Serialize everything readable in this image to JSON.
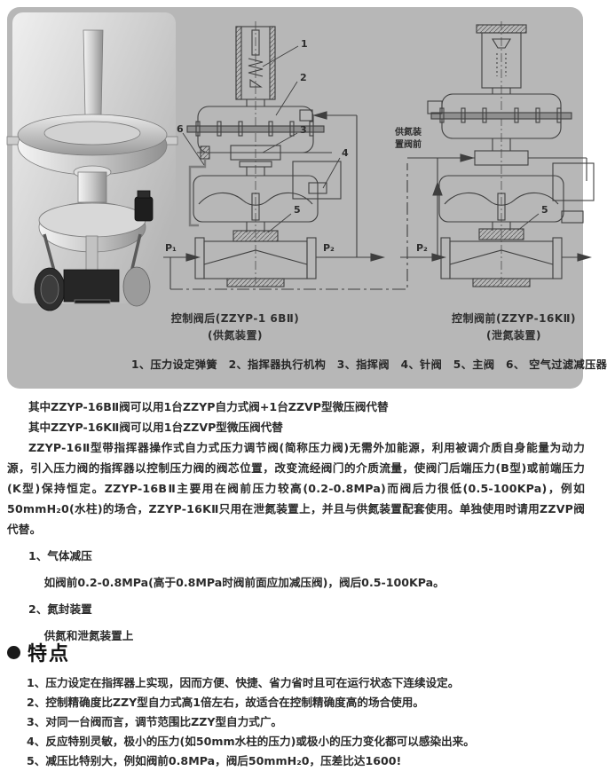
{
  "colors": {
    "panel_bg": "#b7b7b7",
    "diagram_line": "#3f3f3f",
    "text": "#2b2b2b"
  },
  "photo": {
    "description": "self-operated pressure regulating valve product photo"
  },
  "diagrams": {
    "left": {
      "caption_line1": "控制阀后(ZZYP-1 6BⅡ)",
      "caption_line2": "(供氮装置)",
      "p_in": "P₁",
      "p_out": "P₂",
      "c1": "1",
      "c2": "2",
      "c3": "3",
      "c4": "4",
      "c5": "5",
      "c6": "6"
    },
    "right": {
      "caption_line1": "控制阀前(ZZYP-16KⅡ)",
      "caption_line2": "(泄氮装置)",
      "p_in": "P₂",
      "c5": "5",
      "pipe_note_line1": "供氮装",
      "pipe_note_line2": "置阀前"
    },
    "parts_list": "1、压力设定弹簧　2、指挥器执行机构　3、指挥阀　4、针阀　5、主阀　6、 空气过滤减压器"
  },
  "body": {
    "paragraphs": [
      "其中ZZYP-16BⅡ阀可以用1台ZZYP自力式阀+1台ZZVP型微压阀代替",
      "其中ZZYP-16KⅡ阀可以用1台ZZVP型微压阀代替",
      "ZZYP-16Ⅱ型带指挥器操作式自力式压力调节阀(简称压力阀)无需外加能源，利用被调介质自身能量为动力源，引入压力阀的指挥器以控制压力阀的阀芯位置，改变流经阀门的介质流量，使阀门后端压力(B型)或前端压力(K型)保持恒定。ZZYP-16BⅡ主要用在阀前压力较高(0.2-0.8MPa)而阀后力很低(0.5-100KPa)，例如50mmH₂0(水柱)的场合，ZZYP-16KⅡ只用在泄氮装置上，并且与供氮装置配套使用。单独使用时请用ZZVP阀代替。",
      "1、气体减压",
      "如阀前0.2-0.8MPa(高于0.8MPa时阀前面应加减压阀)，阀后0.5-100KPa。",
      "2、氮封装置",
      "供氮和泄氮装置上"
    ]
  },
  "features": {
    "heading": "特点",
    "items": [
      "1、压力设定在指挥器上实现，因而方便、快捷、省力省时且可在运行状态下连续设定。",
      "2、控制精确度比ZZY型自力式高1倍左右，故适合在控制精确度高的场合使用。",
      "3、对同一台阀而言，调节范围比ZZY型自力式广。",
      "4、反应特别灵敏，极小的压力(如50mm水柱的压力)或极小的压力变化都可以感染出来。",
      "5、减压比特别大，例如阀前0.8MPa，阀后50mmH₂0，压差比达1600!"
    ]
  }
}
